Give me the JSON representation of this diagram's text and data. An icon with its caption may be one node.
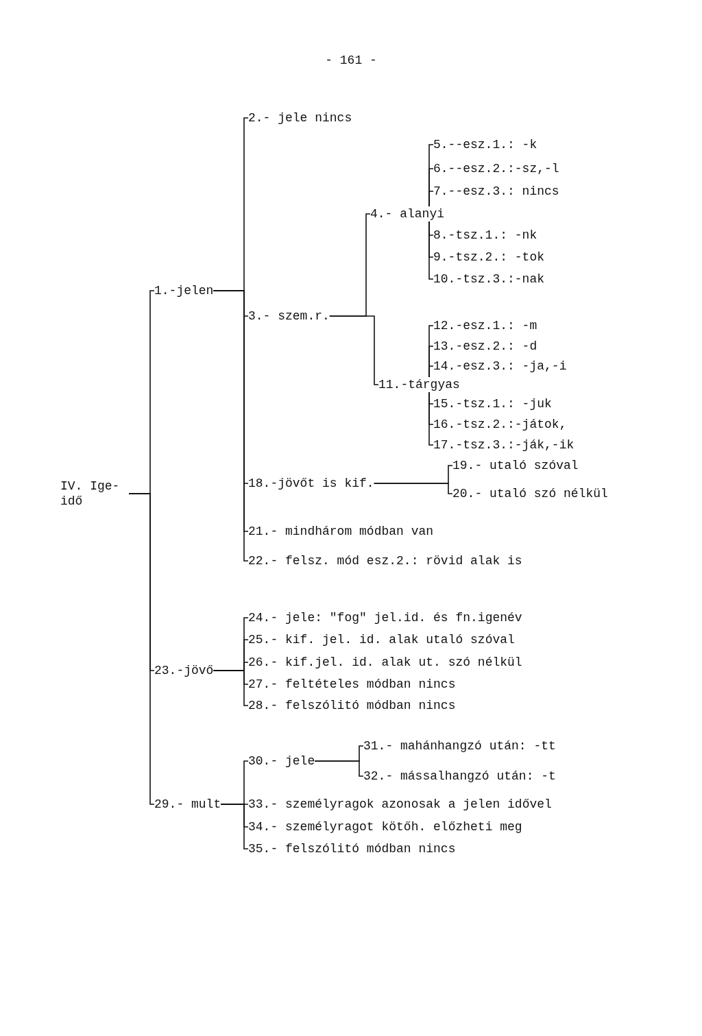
{
  "diagram": {
    "nodes": [
      {
        "text": [
          "IV. Ige- idő"
        ]
      },
      {
        "text": [
          "1.-jelen"
        ]
      },
      {
        "text": [
          "2.- jele nincs"
        ]
      },
      {
        "text": [
          "3.- szem.r."
        ]
      },
      {
        "text": [
          "4.- alanyi"
        ]
      },
      {
        "text": [
          "5.--esz.1.: -k"
        ]
      },
      {
        "text": [
          "6.--esz.2.:-sz,-l"
        ]
      },
      {
        "text": [
          "7.--esz.3.: nincs"
        ]
      },
      {
        "text": [
          "8.-tsz.1.: -nk"
        ]
      },
      {
        "text": [
          "9.-tsz.2.: -tok"
        ]
      },
      {
        "text": [
          "10.-tsz.3.:-nak"
        ]
      },
      {
        "text": [
          "11.-tárgyas"
        ]
      },
      {
        "text": [
          "12.-esz.1.: -m"
        ]
      },
      {
        "text": [
          "13.-esz.2.: -d"
        ]
      },
      {
        "text": [
          "14.-esz.3.: -ja,-i"
        ]
      },
      {
        "text": [
          "15.-tsz.1.: -juk"
        ]
      },
      {
        "text": [
          "16.-tsz.2.:-játok,"
        ]
      },
      {
        "text": [
          "17.-tsz.3.:-ják,-ik"
        ]
      },
      {
        "text": [
          "18.-jövőt is kif."
        ]
      },
      {
        "text": [
          "19.- utaló szóval"
        ]
      },
      {
        "text": [
          "20.- utaló szó nélkül"
        ]
      },
      {
        "text": [
          "21.- mindhárom módban van"
        ]
      },
      {
        "text": [
          "22.- felsz. mód esz.2.: rövid alak is"
        ]
      },
      {
        "text": [
          "23.-jövő"
        ]
      },
      {
        "text": [
          "24.- jele: \"fog\" jel.id. és fn.igenév"
        ]
      },
      {
        "text": [
          "25.- kif. jel. id. alak utaló szóval"
        ]
      },
      {
        "text": [
          "26.- kif.jel. id. alak ut. szó nélkül"
        ]
      },
      {
        "text": [
          "27.- feltételes módban nincs"
        ]
      },
      {
        "text": [
          "28.- felszólitó módban nincs"
        ]
      },
      {
        "text": [
          "29.- mult"
        ]
      },
      {
        "text": [
          "30.- jele"
        ]
      },
      {
        "text": [
          "31.- mahánhangzó után: -tt"
        ]
      },
      {
        "text": [
          "32.- mássalhangzó után: -t"
        ]
      },
      {
        "text": [
          "33.- személyragok azonosak a jelen idővel"
        ]
      },
      {
        "text": [
          "34.- személyragot kötőh. előzheti meg"
        ]
      },
      {
        "text": [
          "35.- felszólitó módban nincs"
        ]
      }
    ],
    "edges": [
      {
        "from": 0,
        "to": 1,
        "arrow": "none"
      },
      {
        "from": 1,
        "to": 2,
        "arrow": "none"
      },
      {
        "from": 1,
        "to": 3,
        "arrow": "none"
      },
      {
        "from": 3,
        "to": 4,
        "arrow": "none"
      },
      {
        "from": 4,
        "to": 5,
        "arrow": "none"
      },
      {
        "from": 4,
        "to": 6,
        "arrow": "none"
      },
      {
        "from": 4,
        "to": 7,
        "arrow": "none"
      },
      {
        "from": 4,
        "to": 8,
        "arrow": "none"
      },
      {
        "from": 4,
        "to": 9,
        "arrow": "none"
      },
      {
        "from": 4,
        "to": 10,
        "arrow": "none"
      },
      {
        "from": 3,
        "to": 11,
        "arrow": "none"
      },
      {
        "from": 11,
        "to": 12,
        "arrow": "none"
      },
      {
        "from": 11,
        "to": 13,
        "arrow": "none"
      },
      {
        "from": 11,
        "to": 14,
        "arrow": "none"
      },
      {
        "from": 11,
        "to": 15,
        "arrow": "none"
      },
      {
        "from": 11,
        "to": 16,
        "arrow": "none"
      },
      {
        "from": 11,
        "to": 17,
        "arrow": "none"
      },
      {
        "from": 1,
        "to": 18,
        "arrow": "none"
      },
      {
        "from": 18,
        "to": 19,
        "arrow": "none"
      },
      {
        "from": 18,
        "to": 20,
        "arrow": "none"
      },
      {
        "from": 1,
        "to": 21,
        "arrow": "none"
      },
      {
        "from": 1,
        "to": 22,
        "arrow": "none"
      },
      {
        "from": 0,
        "to": 23,
        "arrow": "none"
      },
      {
        "from": 23,
        "to": 24,
        "arrow": "none"
      },
      {
        "from": 23,
        "to": 25,
        "arrow": "none"
      },
      {
        "from": 23,
        "to": 26,
        "arrow": "none"
      },
      {
        "from": 23,
        "to": 27,
        "arrow": "none"
      },
      {
        "from": 23,
        "to": 28,
        "arrow": "none"
      },
      {
        "from": 0,
        "to": 29,
        "arrow": "none"
      },
      {
        "from": 29,
        "to": 30,
        "arrow": "none"
      },
      {
        "from": 30,
        "to": 31,
        "arrow": "none"
      },
      {
        "from": 30,
        "to": 32,
        "arrow": "none"
      },
      {
        "from": 29,
        "to": 33,
        "arrow": "none"
      },
      {
        "from": 29,
        "to": 34,
        "arrow": "none"
      },
      {
        "from": 29,
        "to": 35,
        "arrow": "none"
      }
    ],
    "labels": [
      "- 161 -"
    ]
  }
}
